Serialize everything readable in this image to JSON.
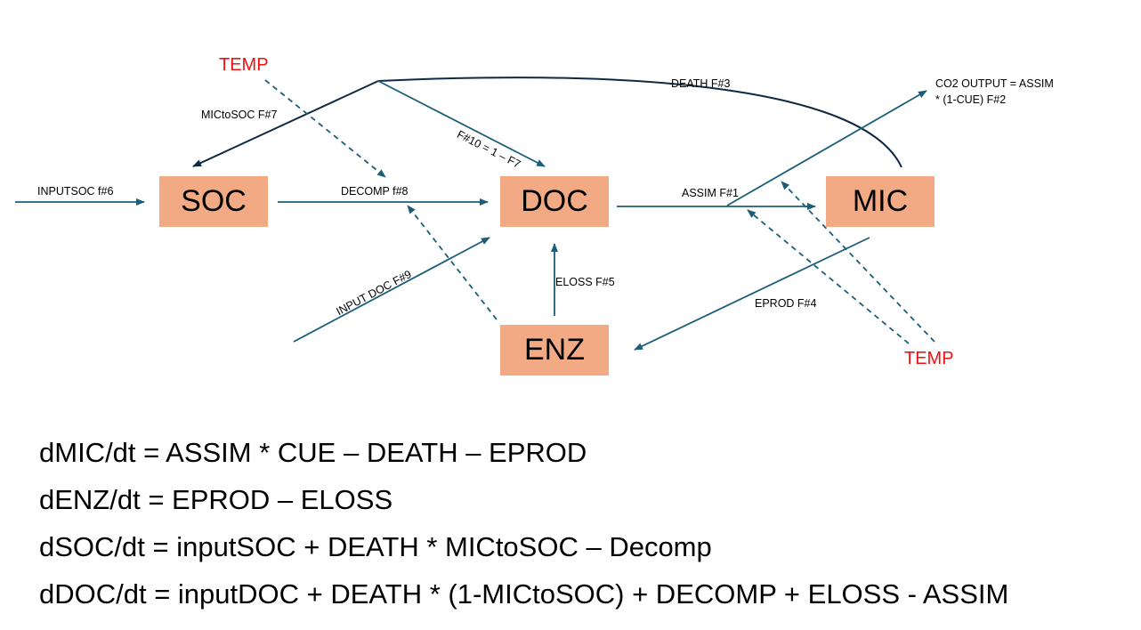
{
  "colors": {
    "box_fill": "#f2aa84",
    "arrow": "#1b5e7a",
    "curve": "#0f2a44",
    "temp_text": "#ee1111"
  },
  "nodes": {
    "soc": "SOC",
    "doc": "DOC",
    "mic": "MIC",
    "enz": "ENZ"
  },
  "labels": {
    "temp_top": "TEMP",
    "temp_bottom": "TEMP",
    "inputsoc": "INPUTSOC f#6",
    "mictosoc": "MICtoSOC F#7",
    "f10": "F#10 = 1 – F7",
    "death": "DEATH F#3",
    "co2_line1": "CO2 OUTPUT = ASSIM",
    "co2_line2": "* (1-CUE) F#2",
    "decomp": "DECOMP f#8",
    "assim": "ASSIM F#1",
    "input_doc": "INPUT DOC F#9",
    "eloss": "ELOSS F#5",
    "eprod": "EPROD F#4"
  },
  "equations": [
    "dMIC/dt = ASSIM * CUE – DEATH – EPROD",
    "dENZ/dt = EPROD – ELOSS",
    "dSOC/dt = inputSOC + DEATH * MICtoSOC – Decomp",
    "dDOC/dt = inputDOC + DEATH * (1-MICtoSOC) + DECOMP + ELOSS - ASSIM"
  ]
}
